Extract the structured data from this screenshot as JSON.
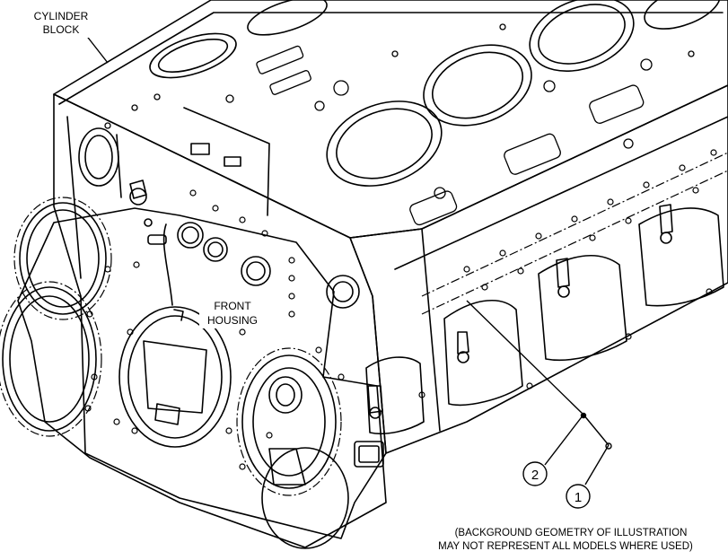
{
  "labels": {
    "cylinder_block": [
      "CYLINDER",
      "BLOCK"
    ],
    "front_housing": [
      "FRONT",
      "HOUSING"
    ]
  },
  "callouts": [
    "2",
    "1"
  ],
  "note": [
    "(BACKGROUND GEOMETRY OF ILLUSTRATION",
    "MAY NOT REPRESENT ALL MODELS WHERE USED)"
  ]
}
